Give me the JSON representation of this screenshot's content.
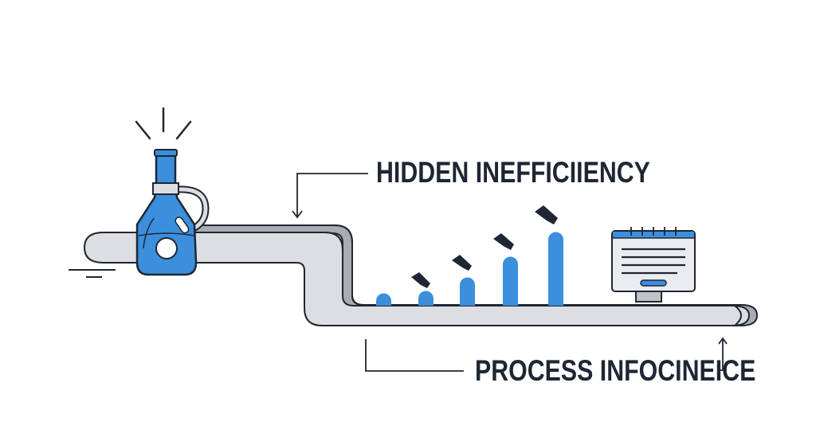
{
  "labels": {
    "top": "HIDDEN INEFFICIIENCY",
    "bottom": "PROCESS INFOCINEICE"
  },
  "icons": [
    "flask-icon",
    "sparkle-lines-icon",
    "pipe-conveyor",
    "bar-arrow-icon",
    "monitor-document-icon",
    "arrow-down-icon",
    "arrow-up-icon"
  ],
  "bars": {
    "count": 5,
    "relative_heights": [
      0.15,
      0.2,
      0.38,
      0.6,
      0.95
    ]
  },
  "colors": {
    "accent_blue": "#3b8fdd",
    "outline": "#1f2633",
    "pipe_fill": "#dcdee2",
    "pipe_shadow": "#a9acb1",
    "background": "#ffffff"
  }
}
